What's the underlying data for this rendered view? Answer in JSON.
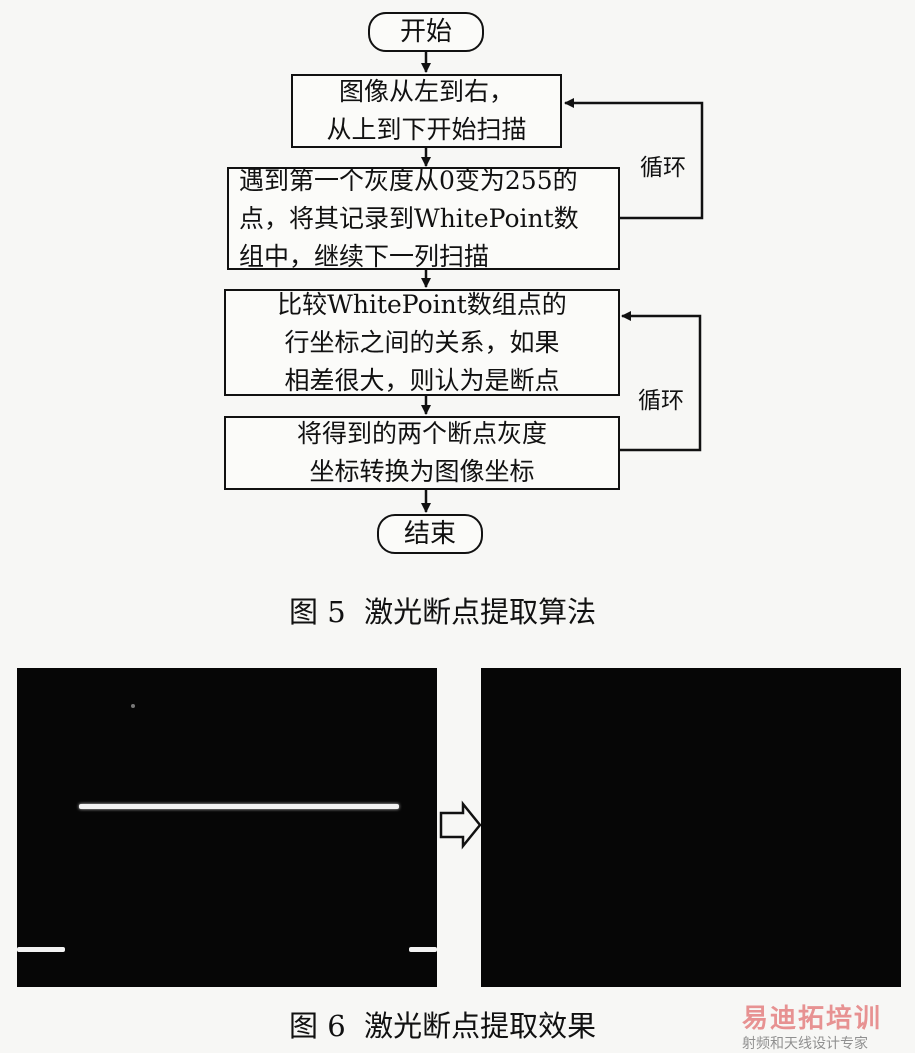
{
  "fig5": {
    "start": "开始",
    "step1": "图像从左到右，\n从上到下开始扫描",
    "step2": "遇到第一个灰度从0变为255的\n点，将其记录到WhitePoint数\n组中，继续下一列扫描",
    "step3": "比较WhitePoint数组点的\n行坐标之间的关系，如果\n相差很大，则认为是断点",
    "step4": "将得到的两个断点灰度\n坐标转换为图像坐标",
    "end": "结束",
    "loop1": "循环",
    "loop2": "循环",
    "caption": "图 5  激光断点提取算法"
  },
  "fig6": {
    "caption": "图 6  激光断点提取效果"
  },
  "watermark": {
    "main": "易迪拓培训",
    "sub": "射频和天线设计专家"
  }
}
